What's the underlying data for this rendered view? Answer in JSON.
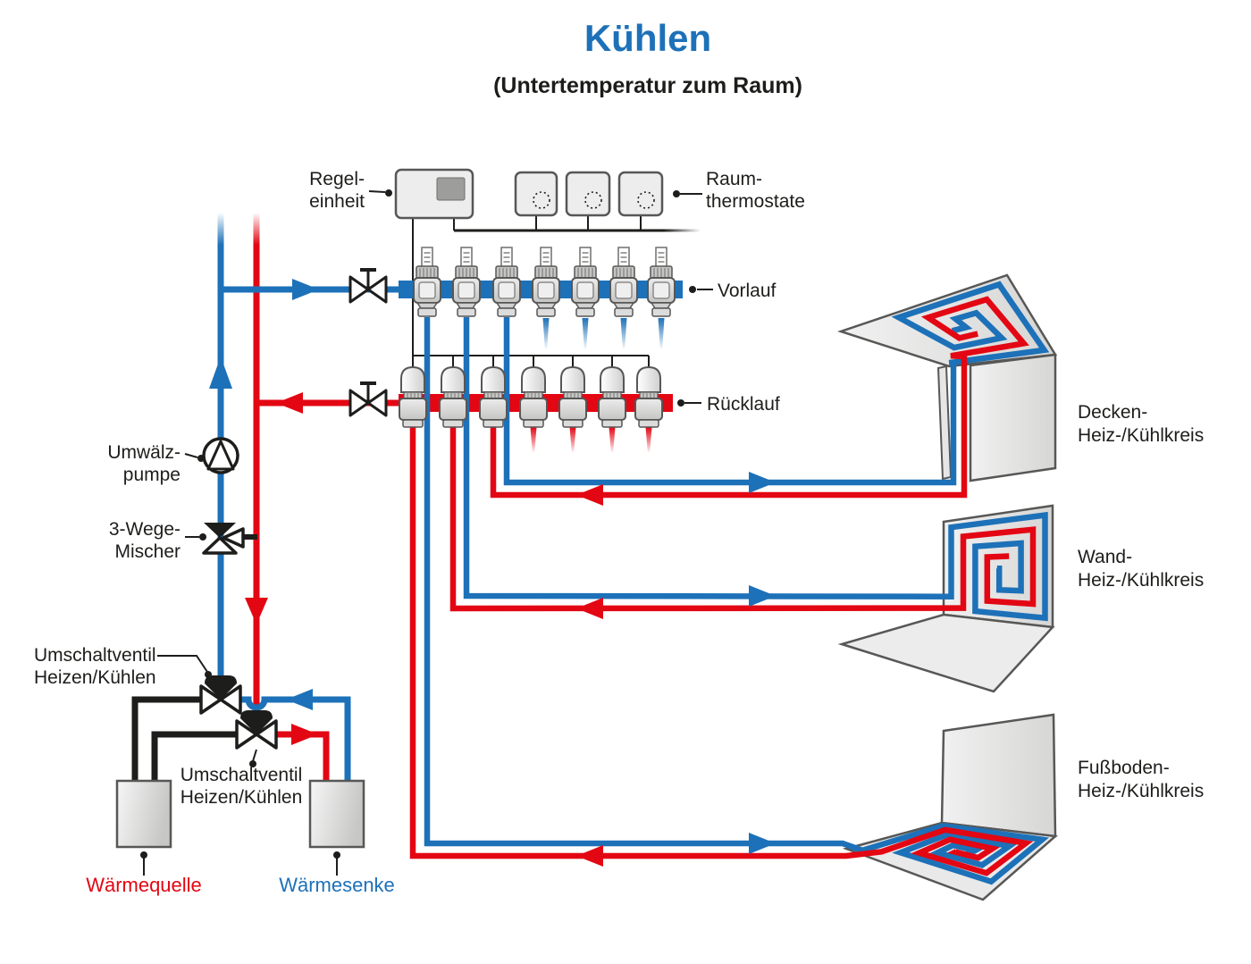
{
  "title": "Kühlen",
  "subtitle": "(Untertemperatur zum Raum)",
  "colors": {
    "blue": "#1d71b8",
    "red": "#e30613",
    "black": "#1d1d1b",
    "gray_border": "#575756",
    "light_fill": "#ededed",
    "screen_gray": "#9d9d9c"
  },
  "labels": {
    "regeleinheit": [
      "Regel-",
      "einheit"
    ],
    "raumthermostate": [
      "Raum-",
      "thermostate"
    ],
    "vorlauf": "Vorlauf",
    "ruecklauf": "Rücklauf",
    "umwaelzpumpe": [
      "Umwälz-",
      "pumpe"
    ],
    "mischer": [
      "3-Wege-",
      "Mischer"
    ],
    "umschaltventil1": [
      "Umschaltventil",
      "Heizen/Kühlen"
    ],
    "umschaltventil2": [
      "Umschaltventil",
      "Heizen/Kühlen"
    ],
    "waermequelle": "Wärmequelle",
    "waermesenke": "Wärmesenke"
  },
  "circuits": [
    {
      "id": "decken",
      "lines": [
        "Decken-",
        "Heiz-/Kühlkreis"
      ]
    },
    {
      "id": "wand",
      "lines": [
        "Wand-",
        "Heiz-/Kühlkreis"
      ]
    },
    {
      "id": "fussboden",
      "lines": [
        "Fußboden-",
        "Heiz-/Kühlkreis"
      ]
    }
  ],
  "counts": {
    "vorlauf_outlets": 7,
    "ruecklauf_outlets": 7,
    "thermostats": 3
  }
}
